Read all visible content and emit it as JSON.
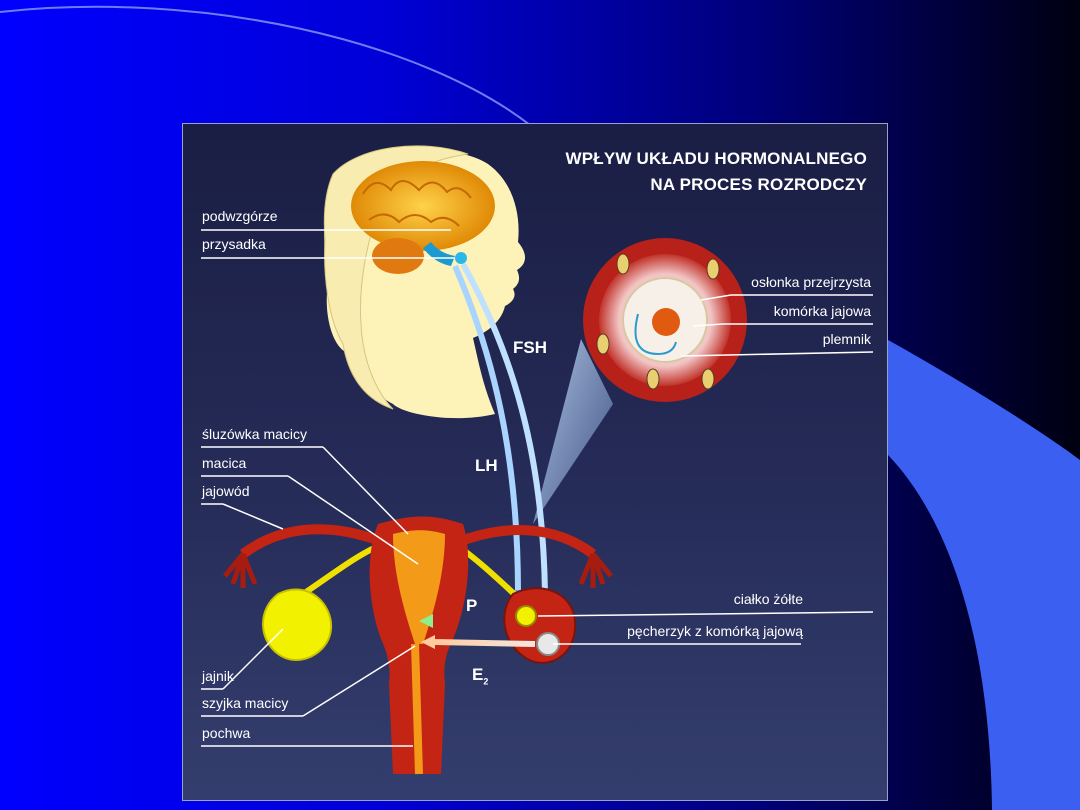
{
  "title": {
    "line1": "WPŁYW UKŁADU HORMONALNEGO",
    "line2": "NA PROCES ROZRODCZY"
  },
  "labels_left": {
    "podwzgorze": "podwzgórze",
    "przysadka": "przysadka",
    "sluzowka": "śluzówka macicy",
    "macica": "macica",
    "jajowod": "jajowód",
    "jajnik": "jajnik",
    "szyjka": "szyjka macicy",
    "pochwa": "pochwa"
  },
  "labels_right": {
    "oslonka": "osłonka przejrzysta",
    "komorka": "komórka jajowa",
    "plemnik": "plemnik",
    "cialko": "ciałko żółte",
    "pecherzyk": "pęcherzyk z komórką jajową"
  },
  "hormones": {
    "fsh": "FSH",
    "lh": "LH",
    "p": "P",
    "e2": "E",
    "e2_sub": "2"
  },
  "colors": {
    "slide_bg": "#0000ff",
    "accent_shape": "#3b5ff0",
    "panel_bg": "#262c58",
    "brain": "#f5a316",
    "uterus": "#c42414",
    "ovary": "#f2f200"
  }
}
